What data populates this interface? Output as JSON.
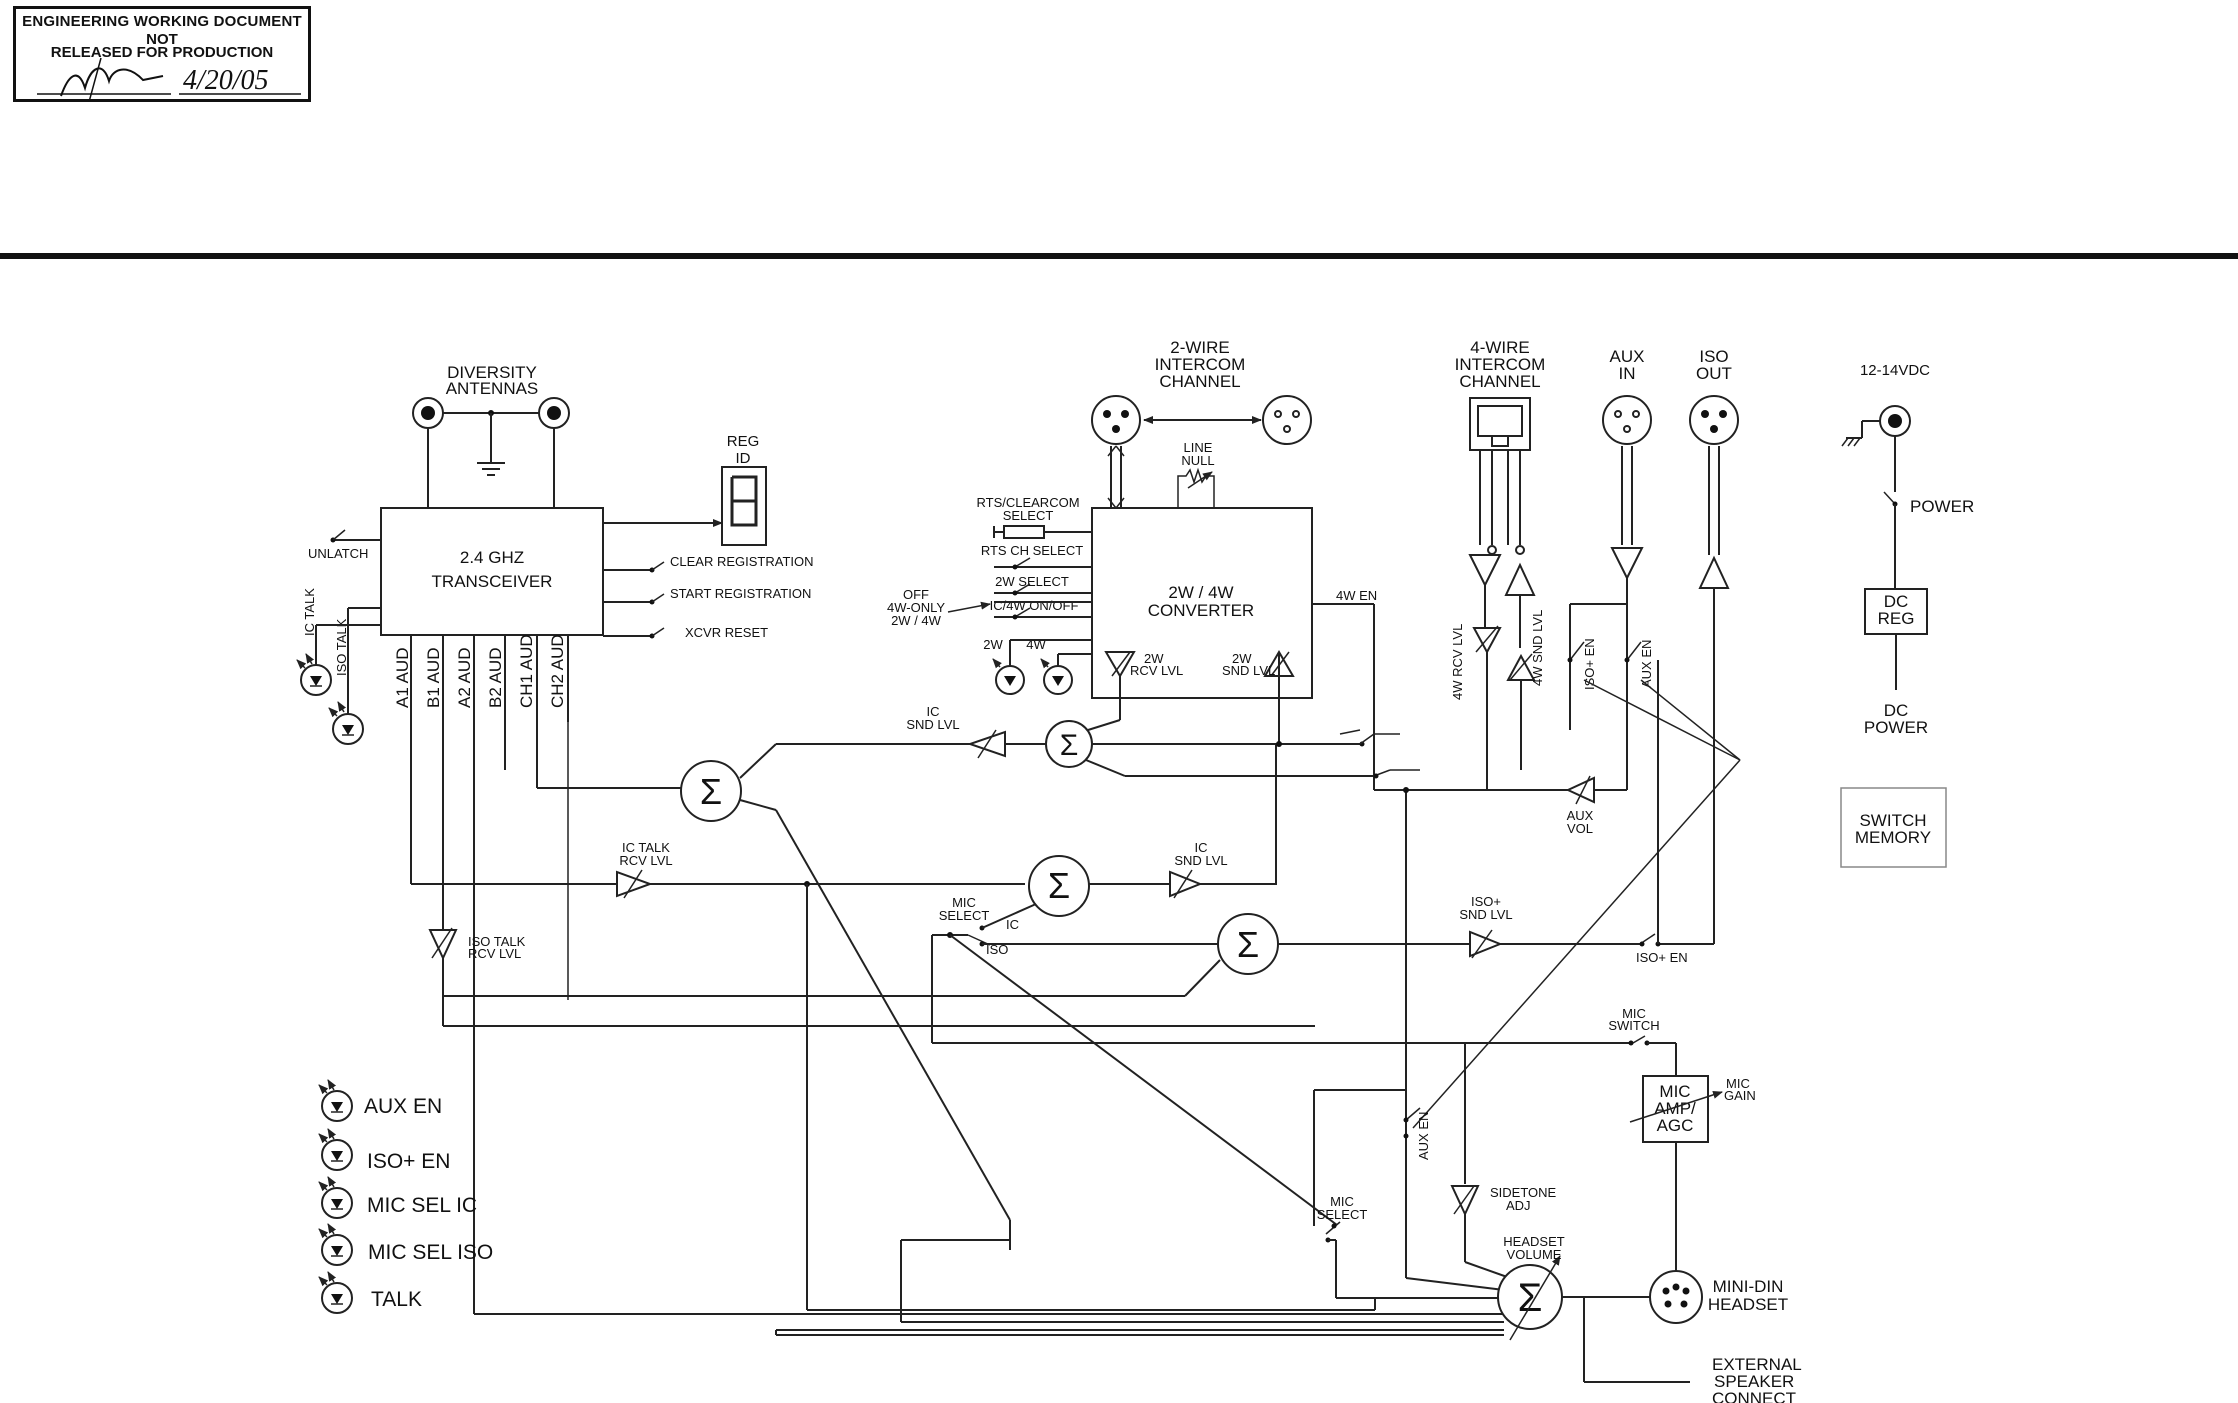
{
  "stamp": {
    "line1": "ENGINEERING WORKING DOCUMENT",
    "line2": "NOT",
    "line3": "RELEASED FOR PRODUCTION",
    "date": "4/20/05"
  },
  "labels": {
    "diversity_antennas_1": "DIVERSITY",
    "diversity_antennas_2": "ANTENNAS",
    "reg_id_1": "REG",
    "reg_id_2": "ID",
    "transceiver_1": "2.4 GHZ",
    "transceiver_2": "TRANSCEIVER",
    "unlatch": "UNLATCH",
    "clear_registration": "CLEAR REGISTRATION",
    "start_registration": "START REGISTRATION",
    "xcvr_reset": "XCVR RESET",
    "ic_talk": "IC TALK",
    "iso_talk": "ISO TALK",
    "a1_aud": "A1 AUD",
    "b1_aud": "B1 AUD",
    "a2_aud": "A2 AUD",
    "b2_aud": "B2 AUD",
    "ch1_aud": "CH1 AUD",
    "ch2_aud": "CH2 AUD",
    "two_wire_1": "2-WIRE",
    "two_wire_2": "INTERCOM",
    "two_wire_3": "CHANNEL",
    "line_null_1": "LINE",
    "line_null_2": "NULL",
    "rts_clearcom_1": "RTS/CLEARCOM",
    "rts_clearcom_2": "SELECT",
    "rts_ch_select": "RTS CH SELECT",
    "two_w_select": "2W SELECT",
    "ic4w_onoff": "IC/4W ON/OFF",
    "mode_off": "OFF",
    "mode_4w_only": "4W-ONLY",
    "mode_2w4w": "2W / 4W",
    "led_2w": "2W",
    "led_4w": "4W",
    "converter_1": "2W / 4W",
    "converter_2": "CONVERTER",
    "two_w_rcv_1": "2W",
    "two_w_rcv_2": "RCV LVL",
    "two_w_snd_1": "2W",
    "two_w_snd_2": "SND LVL",
    "four_w_en": "4W EN",
    "four_wire_1": "4-WIRE",
    "four_wire_2": "INTERCOM",
    "four_wire_3": "CHANNEL",
    "four_w_rcv": "4W RCV LVL",
    "four_w_snd": "4W SND LVL",
    "aux_in_1": "AUX",
    "aux_in_2": "IN",
    "iso_out_1": "ISO",
    "iso_out_2": "OUT",
    "iso_en_v": "ISO+ EN",
    "aux_en_v": "AUX EN",
    "vdc": "12-14VDC",
    "power": "POWER",
    "dc_reg_1": "DC",
    "dc_reg_2": "REG",
    "dc_power_1": "DC",
    "dc_power_2": "POWER",
    "switch_memory_1": "SWITCH",
    "switch_memory_2": "MEMORY",
    "ic_snd_1": "IC",
    "ic_snd_2": "SND LVL",
    "ic_talk_rcv_1": "IC TALK",
    "ic_talk_rcv_2": "RCV LVL",
    "ic_snd2_1": "IC",
    "ic_snd2_2": "SND LVL",
    "aux_vol_1": "AUX",
    "aux_vol_2": "VOL",
    "mic_select_1": "MIC",
    "mic_select_2": "SELECT",
    "sw_ic": "IC",
    "sw_iso": "ISO",
    "iso_talk_rcv_1": "ISO TALK",
    "iso_talk_rcv_2": "RCV LVL",
    "iso_snd_1": "ISO+",
    "iso_snd_2": "SND LVL",
    "iso_en_h": "ISO+ EN",
    "mic_switch_1": "MIC",
    "mic_switch_2": "SWITCH",
    "mic_amp_1": "MIC",
    "mic_amp_2": "AMP/",
    "mic_amp_3": "AGC",
    "mic_gain_1": "MIC",
    "mic_gain_2": "GAIN",
    "aux_en_lower": "AUX EN",
    "sidetone_1": "SIDETONE",
    "sidetone_2": "ADJ",
    "mic_select2_1": "MIC",
    "mic_select2_2": "SELECT",
    "headset_vol_1": "HEADSET",
    "headset_vol_2": "VOLUME",
    "mini_din_1": "MINI-DIN",
    "mini_din_2": "HEADSET",
    "ext_spk_1": "EXTERNAL",
    "ext_spk_2": "SPEAKER",
    "ext_spk_3": "CONNECT",
    "sum_symbol": "Σ"
  },
  "legend": [
    {
      "label": "AUX EN"
    },
    {
      "label": "ISO+ EN"
    },
    {
      "label": "MIC SEL IC"
    },
    {
      "label": "MIC SEL ISO"
    },
    {
      "label": "TALK"
    }
  ]
}
